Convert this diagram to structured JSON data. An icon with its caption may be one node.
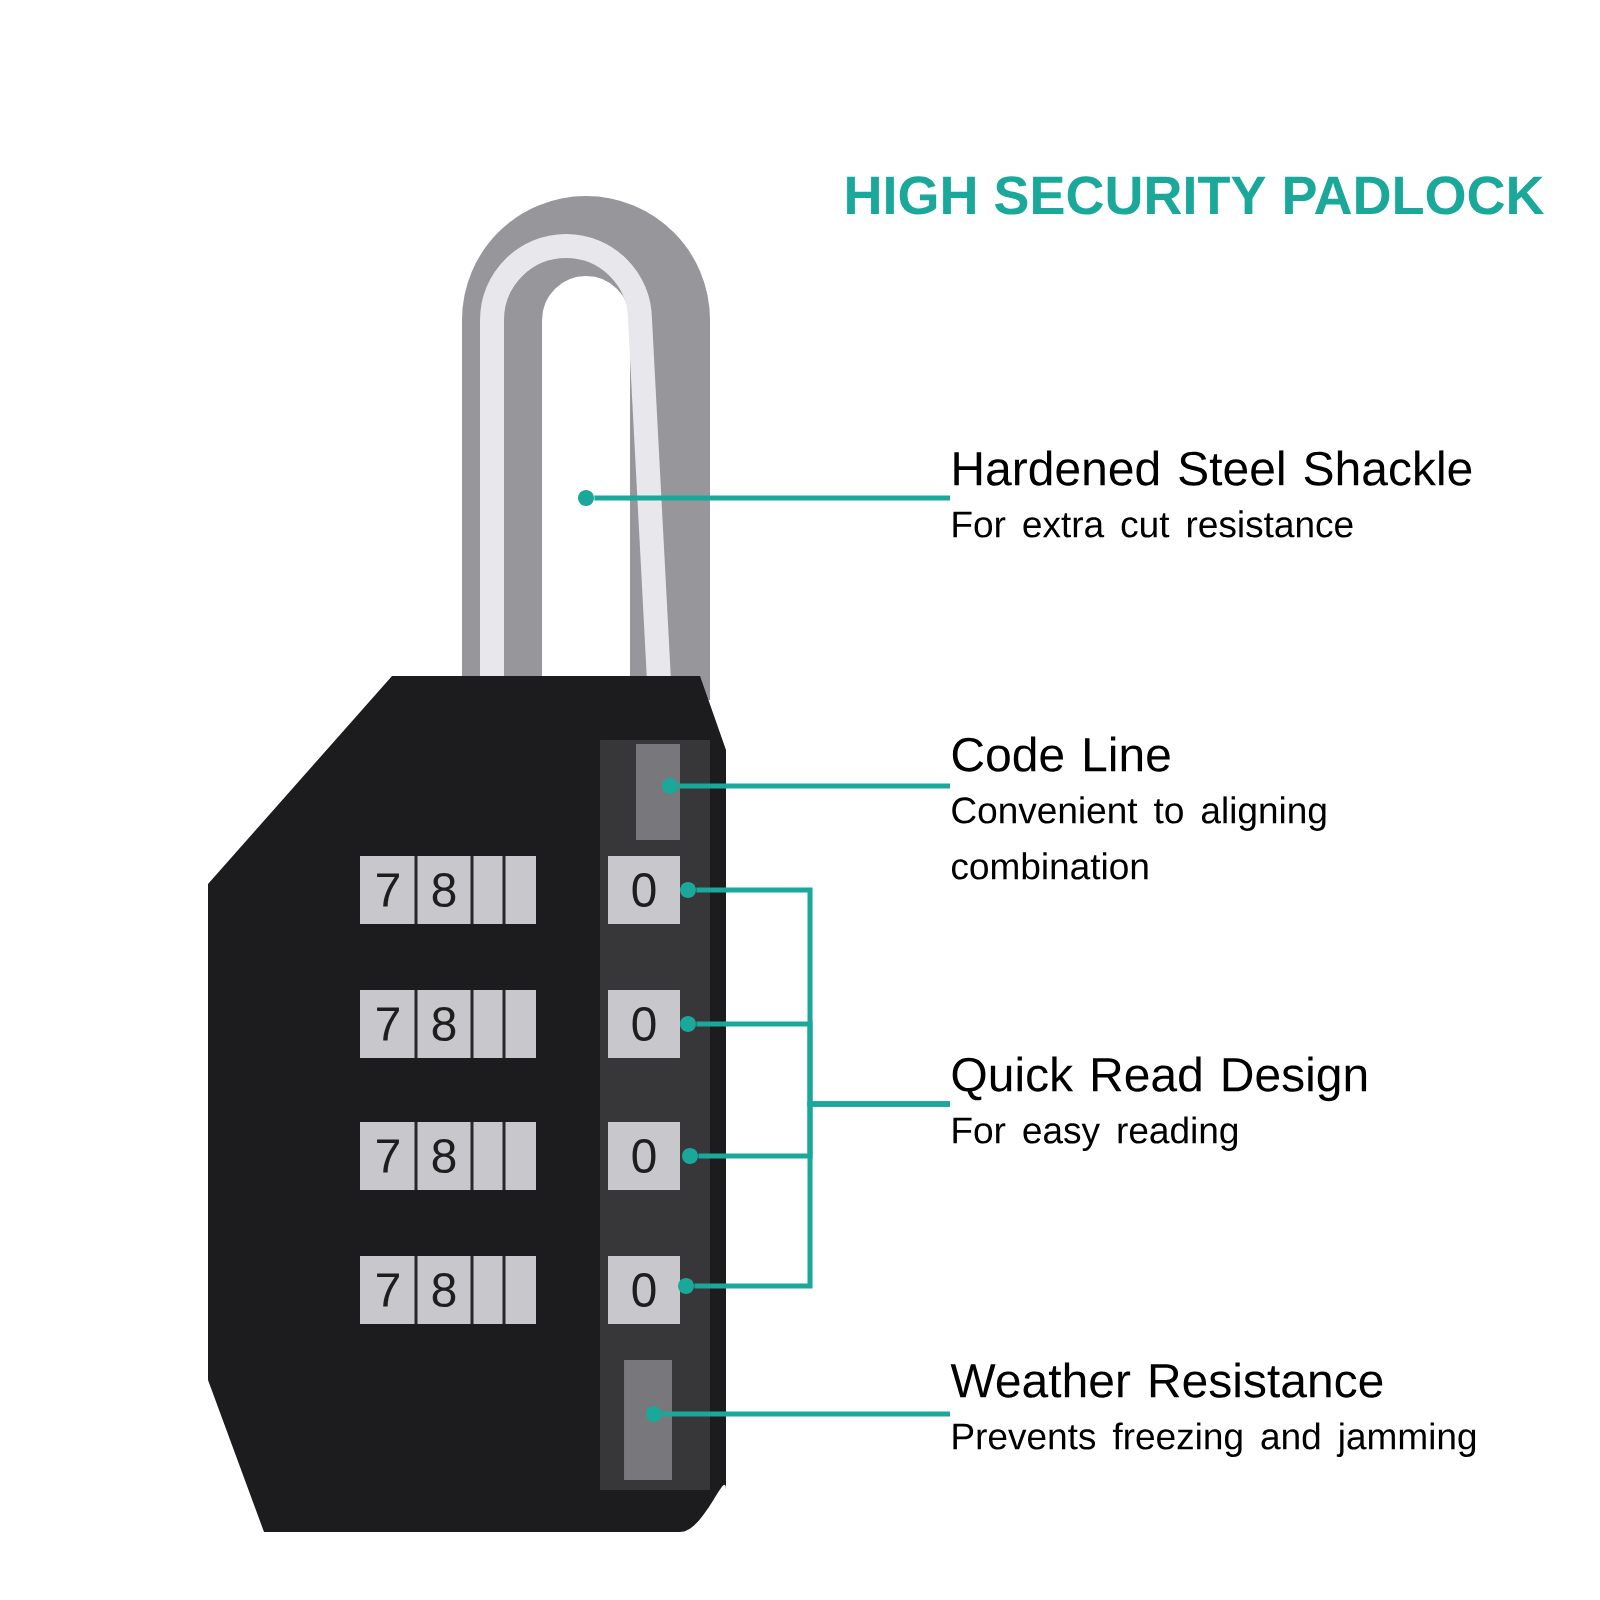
{
  "diagram": {
    "title": "HIGH SECURITY PADLOCK",
    "nodes": [
      {
        "text": [
          "Hardened Steel Shackle",
          "For extra cut resistance"
        ]
      },
      {
        "text": [
          "Code Line",
          "Convenient to aligning combination"
        ]
      },
      {
        "text": [
          "Quick Read Design",
          "For easy reading"
        ]
      },
      {
        "text": [
          "Weather Resistance",
          "Prevents freezing and jamming"
        ]
      },
      {
        "text": [],
        "shape": "circle"
      },
      {
        "text": [],
        "shape": "circle"
      },
      {
        "text": [],
        "shape": "circle"
      },
      {
        "text": [],
        "shape": "circle"
      },
      {
        "text": [],
        "shape": "circle"
      },
      {
        "text": [],
        "shape": "circle"
      },
      {
        "text": [],
        "shape": "circle"
      }
    ],
    "edges": [
      {
        "from": 0,
        "to": 4,
        "arrow": "none"
      },
      {
        "from": 1,
        "to": 5,
        "arrow": "none"
      },
      {
        "from": 2,
        "to": 6,
        "arrow": "none"
      },
      {
        "from": 2,
        "to": 7,
        "arrow": "none"
      },
      {
        "from": 2,
        "to": 8,
        "arrow": "none"
      },
      {
        "from": 2,
        "to": 9,
        "arrow": "none"
      },
      {
        "from": 3,
        "to": 10,
        "arrow": "none"
      }
    ],
    "labels": [
      "7",
      "8",
      "0",
      "7",
      "8",
      "0",
      "7",
      "8",
      "0",
      "7",
      "8",
      "0"
    ]
  }
}
